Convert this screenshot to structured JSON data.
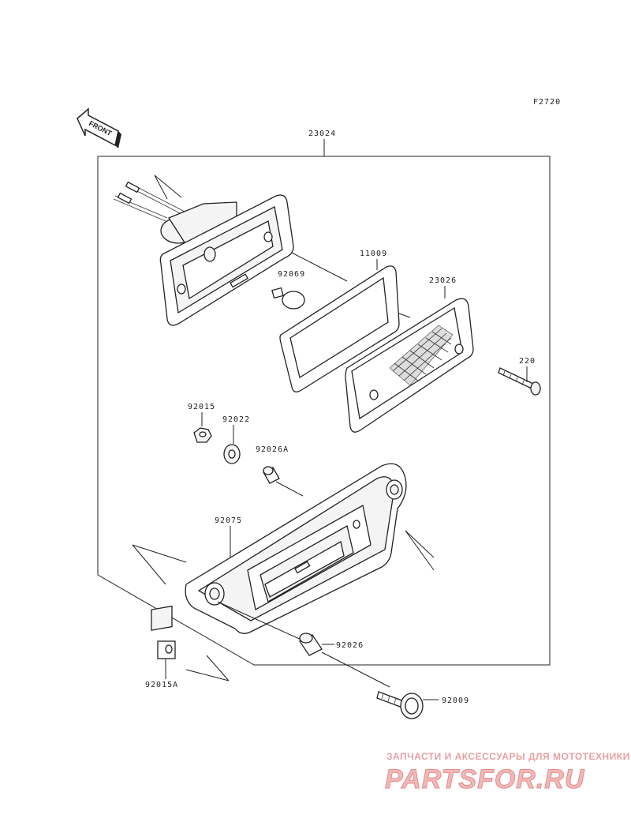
{
  "figure": {
    "code": "F2720",
    "direction_label": "FRONT",
    "parts": {
      "assembly": "23024",
      "gasket": "11009",
      "bulb": "92069",
      "lens": "23026",
      "screw_220": "220",
      "nut": "92015",
      "washer": "92022",
      "collar_a": "92026A",
      "bracket": "92075",
      "collar": "92026",
      "clip_nut": "92015A",
      "bolt": "92009"
    }
  },
  "watermark": {
    "tagline": "ЗАПЧАСТИ И АКСЕССУАРЫ ДЛЯ МОТОТЕХНИКИ",
    "logo": "PARTSFOR.RU"
  },
  "colors": {
    "line": "#222222",
    "watermark": "#e8a0a0"
  }
}
